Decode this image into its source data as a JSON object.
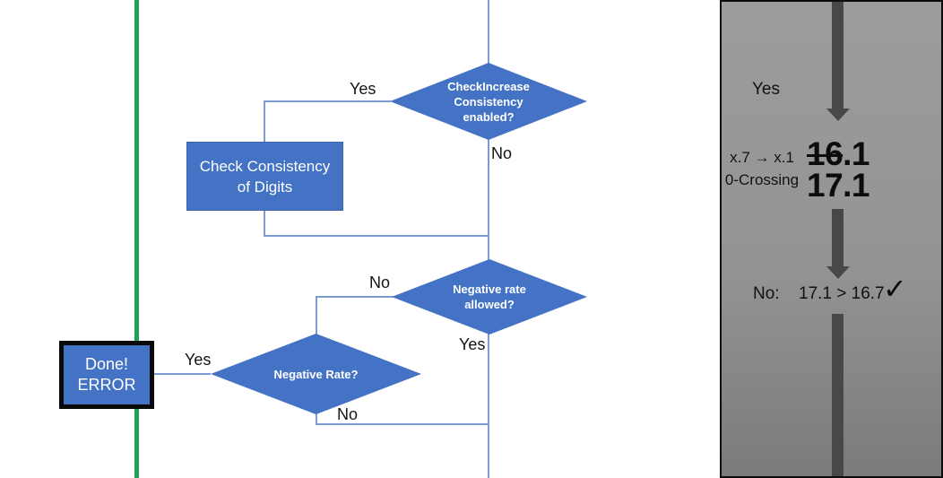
{
  "colors": {
    "shape-fill": "#4472c4",
    "connector": "#7e9bd1",
    "green-line": "#1ea455",
    "arrow-gray": "#484848",
    "panel-top": "#9c9c9c",
    "panel-bottom": "#7b7b7b"
  },
  "flowchart": {
    "decision_check_increase": {
      "line1": "CheckIncrease",
      "line2": "Consistency",
      "line3": "enabled?"
    },
    "process_check_consistency": {
      "line1": "Check Consistency",
      "line2": "of Digits"
    },
    "decision_negative_rate_allowed": {
      "line1": "Negative rate",
      "line2": "allowed?"
    },
    "decision_negative_rate": {
      "line1": "Negative Rate?"
    },
    "done_error_box": {
      "line1": "Done!",
      "line2": "ERROR"
    },
    "labels": {
      "yes_top": "Yes",
      "no_top": "No",
      "no_mid": "No",
      "yes_mid": "Yes",
      "yes_done": "Yes",
      "no_bottom": "No"
    }
  },
  "side_panel": {
    "yes_label": "Yes",
    "rule_line1": "x.7 → x.1",
    "rule_line2": "0-Crossing",
    "old_value_struck": "16",
    "old_value_rest": ".1",
    "new_value": "17.1",
    "result_label": "No:",
    "comparison": "17.1 > 16.7",
    "checkmark": "✓"
  }
}
